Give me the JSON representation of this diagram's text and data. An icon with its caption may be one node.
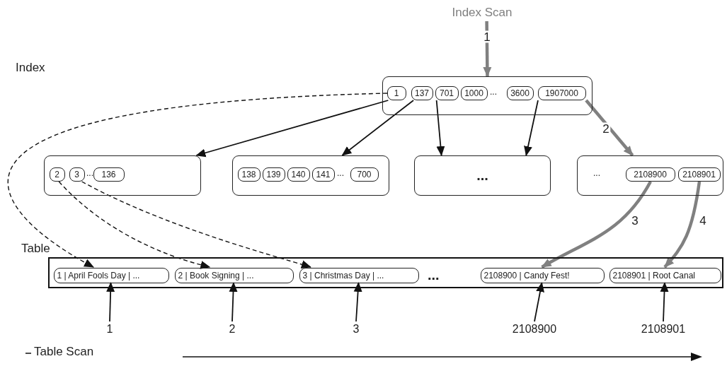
{
  "diagram": {
    "nodes": [
      {
        "text": [],
        "shape": "box"
      },
      {
        "text": [
          "1"
        ],
        "in": 0
      },
      {
        "text": [
          "137"
        ],
        "in": 0
      },
      {
        "text": [
          "701"
        ],
        "in": 0
      },
      {
        "text": [
          "1000"
        ],
        "in": 0
      },
      {
        "text": [
          "3600"
        ],
        "in": 0
      },
      {
        "text": [
          "1907000"
        ],
        "in": 0
      },
      {
        "text": [],
        "shape": "box"
      },
      {
        "text": [
          "2"
        ],
        "in": 7
      },
      {
        "text": [
          "3"
        ],
        "in": 7
      },
      {
        "text": [
          "136"
        ],
        "in": 7
      },
      {
        "text": [],
        "shape": "box"
      },
      {
        "text": [
          "138"
        ],
        "in": 11
      },
      {
        "text": [
          "139"
        ],
        "in": 11
      },
      {
        "text": [
          "140"
        ],
        "in": 11
      },
      {
        "text": [
          "141"
        ],
        "in": 11
      },
      {
        "text": [
          "700"
        ],
        "in": 11
      },
      {
        "text": [
          "..."
        ]
      },
      {
        "text": [],
        "shape": "box"
      },
      {
        "text": [
          "2108900"
        ],
        "in": 18
      },
      {
        "text": [
          "2108901"
        ],
        "in": 18
      },
      {
        "text": [],
        "shape": "box"
      },
      {
        "text": [
          "1 |  April Fools Day | ..."
        ],
        "in": 21
      },
      {
        "text": [
          "2 | Book Signing | ..."
        ],
        "in": 21
      },
      {
        "text": [
          "3 | Christmas Day | ..."
        ],
        "in": 21
      },
      {
        "text": [
          "2108900 | Candy Fest!"
        ],
        "in": 21
      },
      {
        "text": [
          "2108901 | Root Canal"
        ],
        "in": 21
      },
      {
        "text": [
          "Index Scan"
        ]
      },
      {
        "text": [
          "1"
        ]
      },
      {
        "text": [
          "2"
        ]
      },
      {
        "text": [
          "3"
        ]
      },
      {
        "text": [
          "2108900"
        ]
      },
      {
        "text": [
          "2108901"
        ]
      }
    ],
    "edges": [
      {
        "from": 27,
        "to": 0,
        "arrow": "to",
        "label": "1",
        "style": "thick",
        "color": "#808080"
      },
      {
        "from": 1,
        "to": 7,
        "arrow": "to"
      },
      {
        "from": 2,
        "to": 11,
        "arrow": "to"
      },
      {
        "from": 3,
        "to": 17,
        "arrow": "to"
      },
      {
        "from": 6,
        "to": 17,
        "arrow": "to"
      },
      {
        "from": 6,
        "to": 18,
        "arrow": "to",
        "label": "2",
        "style": "thick",
        "color": "#808080"
      },
      {
        "from": 1,
        "to": 22,
        "arrow": "to",
        "style": "dashed"
      },
      {
        "from": 8,
        "to": 23,
        "arrow": "to",
        "style": "dashed"
      },
      {
        "from": 9,
        "to": 24,
        "arrow": "to",
        "style": "dashed"
      },
      {
        "from": 19,
        "to": 25,
        "arrow": "to",
        "label": "3",
        "style": "thick",
        "color": "#808080"
      },
      {
        "from": 20,
        "to": 26,
        "arrow": "to",
        "label": "4",
        "style": "thick",
        "color": "#808080"
      },
      {
        "from": 28,
        "to": 22,
        "arrow": "to"
      },
      {
        "from": 29,
        "to": 23,
        "arrow": "to"
      },
      {
        "from": 30,
        "to": 24,
        "arrow": "to"
      },
      {
        "from": 31,
        "to": 25,
        "arrow": "to"
      },
      {
        "from": 32,
        "to": 26,
        "arrow": "to"
      }
    ],
    "labels": [
      "Index",
      "Table",
      "...",
      "...",
      "...",
      "...",
      "...",
      "Table Scan"
    ]
  }
}
